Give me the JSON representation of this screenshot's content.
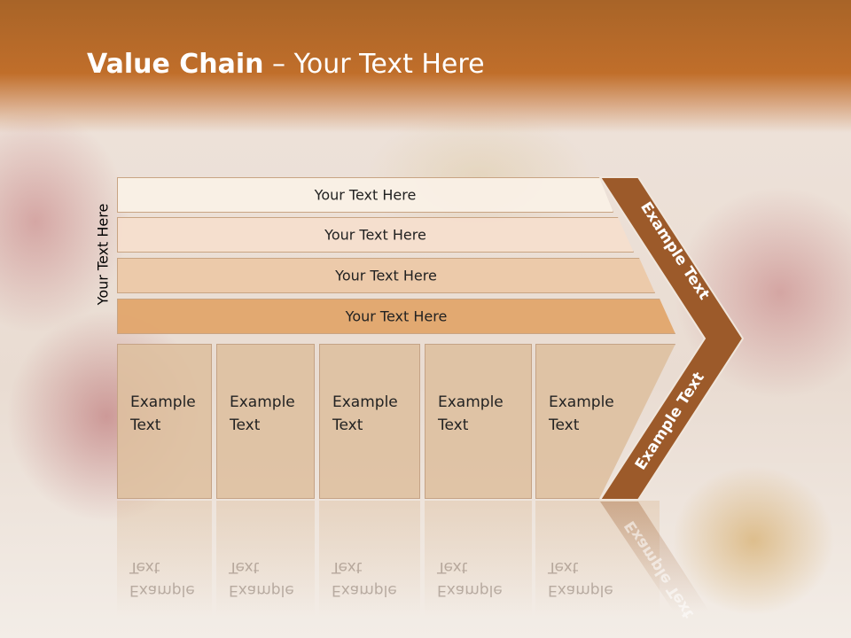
{
  "slide": {
    "title_bold": "Value Chain",
    "title_rest": " – Your Text Here",
    "side_label": "Your Text Here",
    "bars": [
      "Your Text Here",
      "Your Text Here",
      "Your Text Here",
      "Your Text Here"
    ],
    "cells": [
      "Example\nText",
      "Example\nText",
      "Example\nText",
      "Example\nText",
      "Example\nText"
    ],
    "chevron_top": "Example Text",
    "chevron_bottom": "Example Text"
  },
  "colors": {
    "header": "#b8682a",
    "chevron": "#9c5a2a",
    "bar1": "#f8ece2",
    "bar2": "#f3dccb",
    "bar3": "#ecc7a6",
    "bar4": "#e2a46a",
    "cell": "#dec0a0"
  }
}
